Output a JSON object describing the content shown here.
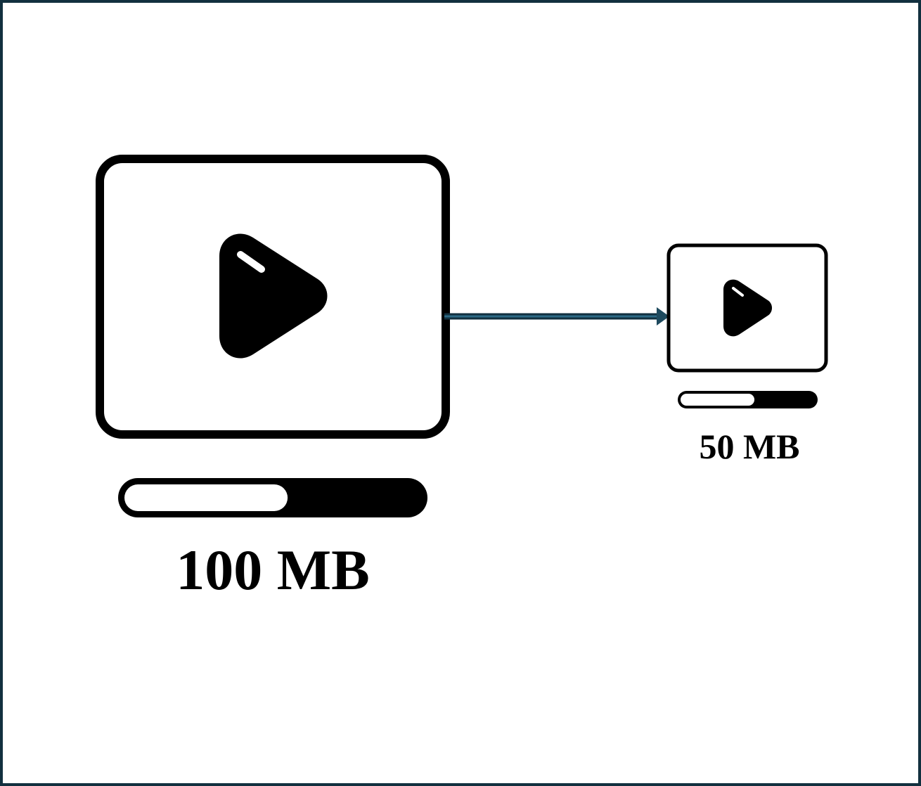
{
  "original": {
    "size_label": "100 MB",
    "progress": 0.55
  },
  "compressed": {
    "size_label": "50 MB",
    "progress": 0.55
  },
  "colors": {
    "frame": "#12303f",
    "arrow": "#1e4a5e",
    "icon": "#000000",
    "background": "#ffffff"
  },
  "icons": {
    "original": "video-play-icon",
    "compressed": "video-play-icon",
    "connector": "arrow-right-icon"
  }
}
